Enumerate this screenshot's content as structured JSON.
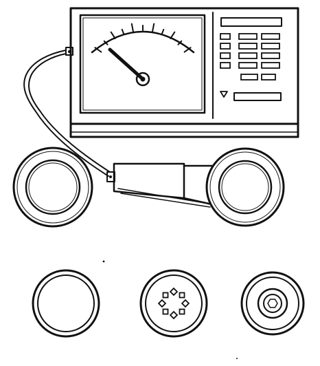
{
  "figure": {
    "kind": "line-art",
    "ink_color": "#111111",
    "paper_color": "#ffffff"
  },
  "meter": {
    "gauge_ticks": 11,
    "panel_button_rows": 4,
    "panel_button_cols": 3
  },
  "tips": {
    "count": 3,
    "plain_tip_rings": 2,
    "segmented_tip_segments": 8,
    "concentric_tip_rings": 4
  }
}
